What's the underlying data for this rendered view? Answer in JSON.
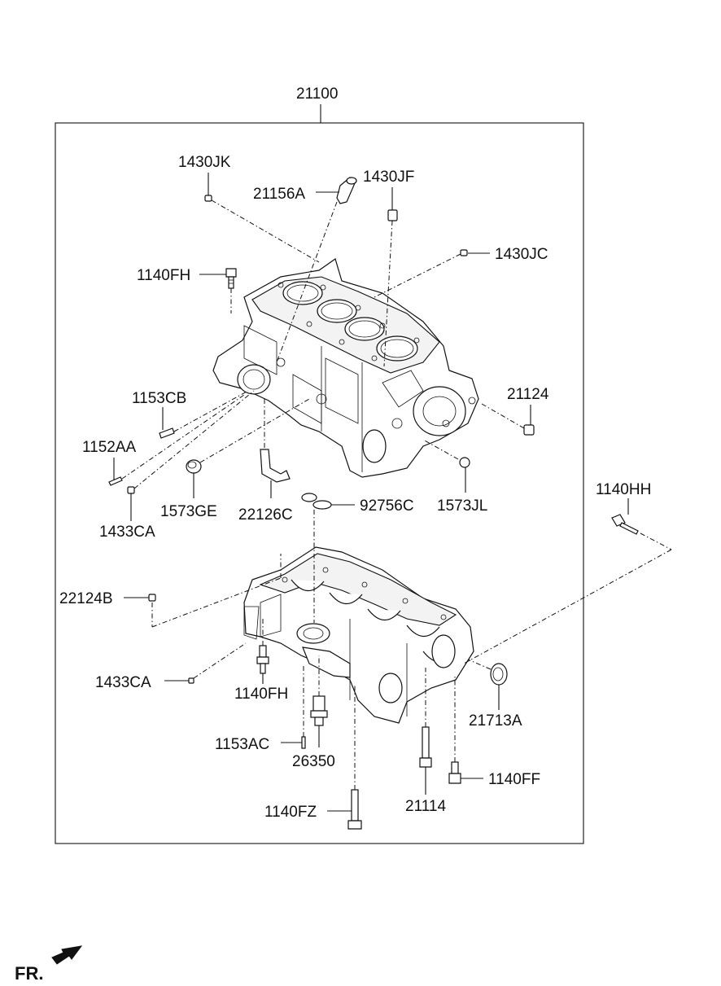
{
  "assembly": {
    "number": "21100"
  },
  "callouts": {
    "c_1430JK": "1430JK",
    "c_21156A": "21156A",
    "c_1430JF": "1430JF",
    "c_1430JC": "1430JC",
    "c_1140FH_top": "1140FH",
    "c_1153CB": "1153CB",
    "c_21124": "21124",
    "c_1152AA": "1152AA",
    "c_1573GE": "1573GE",
    "c_22126C": "22126C",
    "c_92756C": "92756C",
    "c_1573JL": "1573JL",
    "c_1433CA_top": "1433CA",
    "c_1140HH": "1140HH",
    "c_22124B": "22124B",
    "c_1433CA_bottom": "1433CA",
    "c_1140FH_bottom": "1140FH",
    "c_21713A": "21713A",
    "c_1153AC": "1153AC",
    "c_26350": "26350",
    "c_1140FF": "1140FF",
    "c_21114": "21114",
    "c_1140FZ": "1140FZ"
  },
  "front_marker": {
    "label": "FR."
  }
}
